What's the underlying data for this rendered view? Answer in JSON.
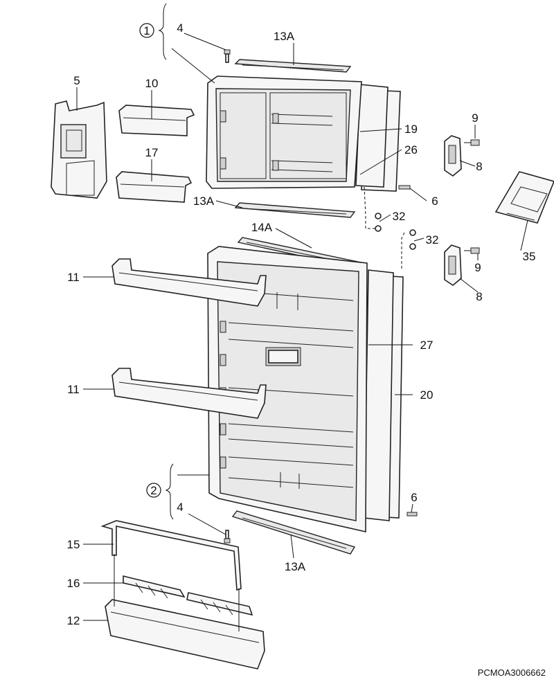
{
  "labels": {
    "group_1": "1",
    "group_2": "2",
    "p4_top": "4",
    "p4_bottom": "4",
    "p5": "5",
    "p6_top": "6",
    "p6_bottom": "6",
    "p8_top": "8",
    "p8_bottom": "8",
    "p9_top": "9",
    "p9_bottom": "9",
    "p10": "10",
    "p11_upper": "11",
    "p11_lower": "11",
    "p12": "12",
    "p13a_top": "13A",
    "p13a_mid": "13A",
    "p13a_bottom": "13A",
    "p14a": "14A",
    "p15": "15",
    "p16": "16",
    "p17": "17",
    "p19": "19",
    "p20": "20",
    "p26": "26",
    "p27": "27",
    "p32_top": "32",
    "p32_bottom": "32",
    "p35": "35"
  },
  "reference_code": "PCMOA3006662"
}
